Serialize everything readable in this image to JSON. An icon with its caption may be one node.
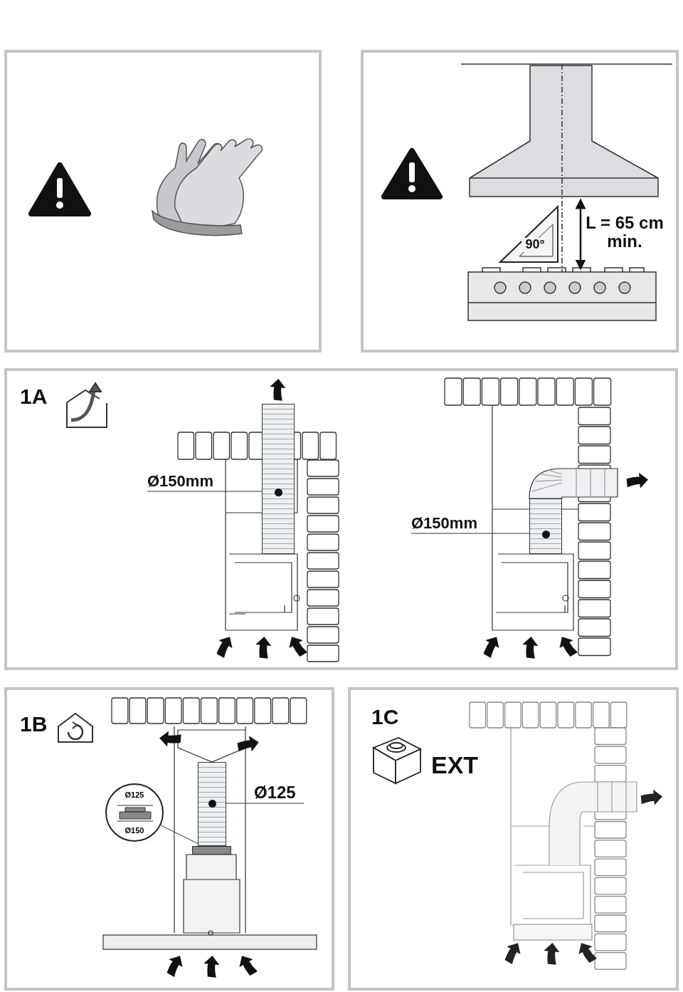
{
  "diagram": {
    "nodes": [
      {
        "text": [
          "Ø150mm"
        ]
      },
      {
        "text": [],
        "shape": "bar"
      },
      {
        "text": [
          "Ø150mm"
        ]
      },
      {
        "text": [],
        "shape": "bar"
      },
      {
        "text": [
          "Ø125"
        ]
      },
      {
        "text": [],
        "shape": "bar"
      },
      {
        "text": [
          "Ø125",
          "Ø150"
        ]
      },
      {
        "text": [],
        "shape": "bar"
      }
    ],
    "edges": [
      {
        "from": 0,
        "to": 1,
        "arrow": "none"
      },
      {
        "from": 2,
        "to": 3,
        "arrow": "none"
      },
      {
        "from": 4,
        "to": 5,
        "arrow": "none"
      },
      {
        "from": 6,
        "to": 7,
        "arrow": "none"
      }
    ],
    "labels": [
      "90°",
      "L = 65 cm min.",
      "1A",
      "1B",
      "1C",
      "EXT"
    ]
  }
}
